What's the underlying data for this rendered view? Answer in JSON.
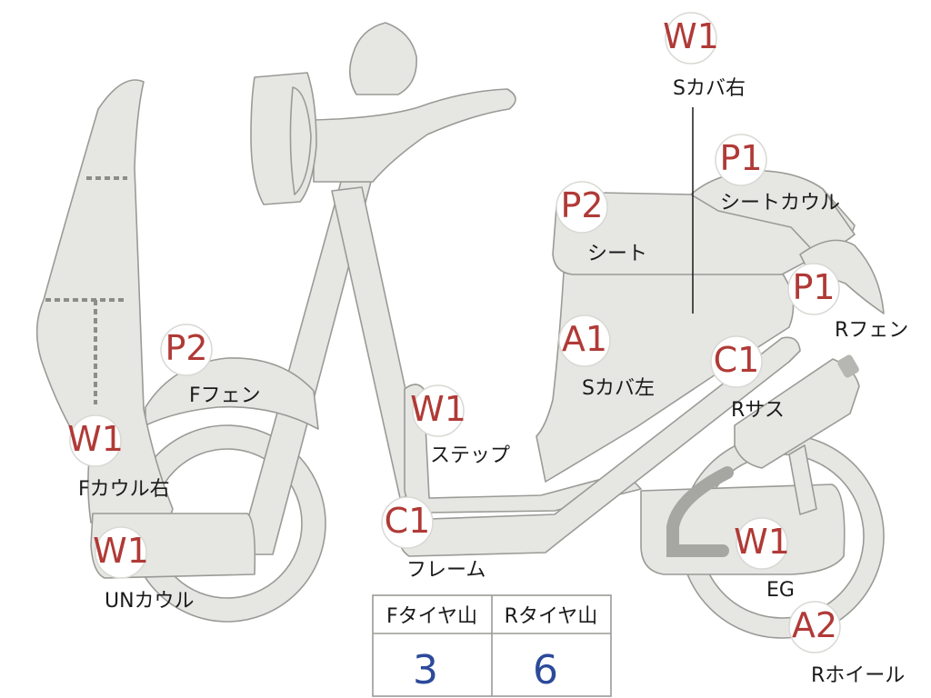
{
  "parts": [
    {
      "id": "s-cover-right",
      "grade": "W1",
      "label": "Sカバ右"
    },
    {
      "id": "seat-cowl",
      "grade": "P1",
      "label": "シートカウル"
    },
    {
      "id": "seat",
      "grade": "P2",
      "label": "シート"
    },
    {
      "id": "rear-fender",
      "grade": "P1",
      "label": "Rフェン"
    },
    {
      "id": "front-fender",
      "grade": "P2",
      "label": "Fフェン"
    },
    {
      "id": "s-cover-left",
      "grade": "A1",
      "label": "Sカバ左"
    },
    {
      "id": "rear-suspension",
      "grade": "C1",
      "label": "Rサス"
    },
    {
      "id": "step",
      "grade": "W1",
      "label": "ステップ"
    },
    {
      "id": "front-cowl-right",
      "grade": "W1",
      "label": "Fカウル右"
    },
    {
      "id": "frame",
      "grade": "C1",
      "label": "フレーム"
    },
    {
      "id": "under-cowl",
      "grade": "W1",
      "label": "UNカウル"
    },
    {
      "id": "engine",
      "grade": "W1",
      "label": "EG"
    },
    {
      "id": "rear-wheel",
      "grade": "A2",
      "label": "Rホイール"
    }
  ],
  "tire_table": {
    "headers": [
      "Fタイヤ山",
      "Rタイヤ山"
    ],
    "values": [
      "3",
      "6"
    ]
  },
  "colors": {
    "grade_text": "#b03a36",
    "value_text": "#2c4a9a",
    "part_fill": "#e6e6e3"
  }
}
